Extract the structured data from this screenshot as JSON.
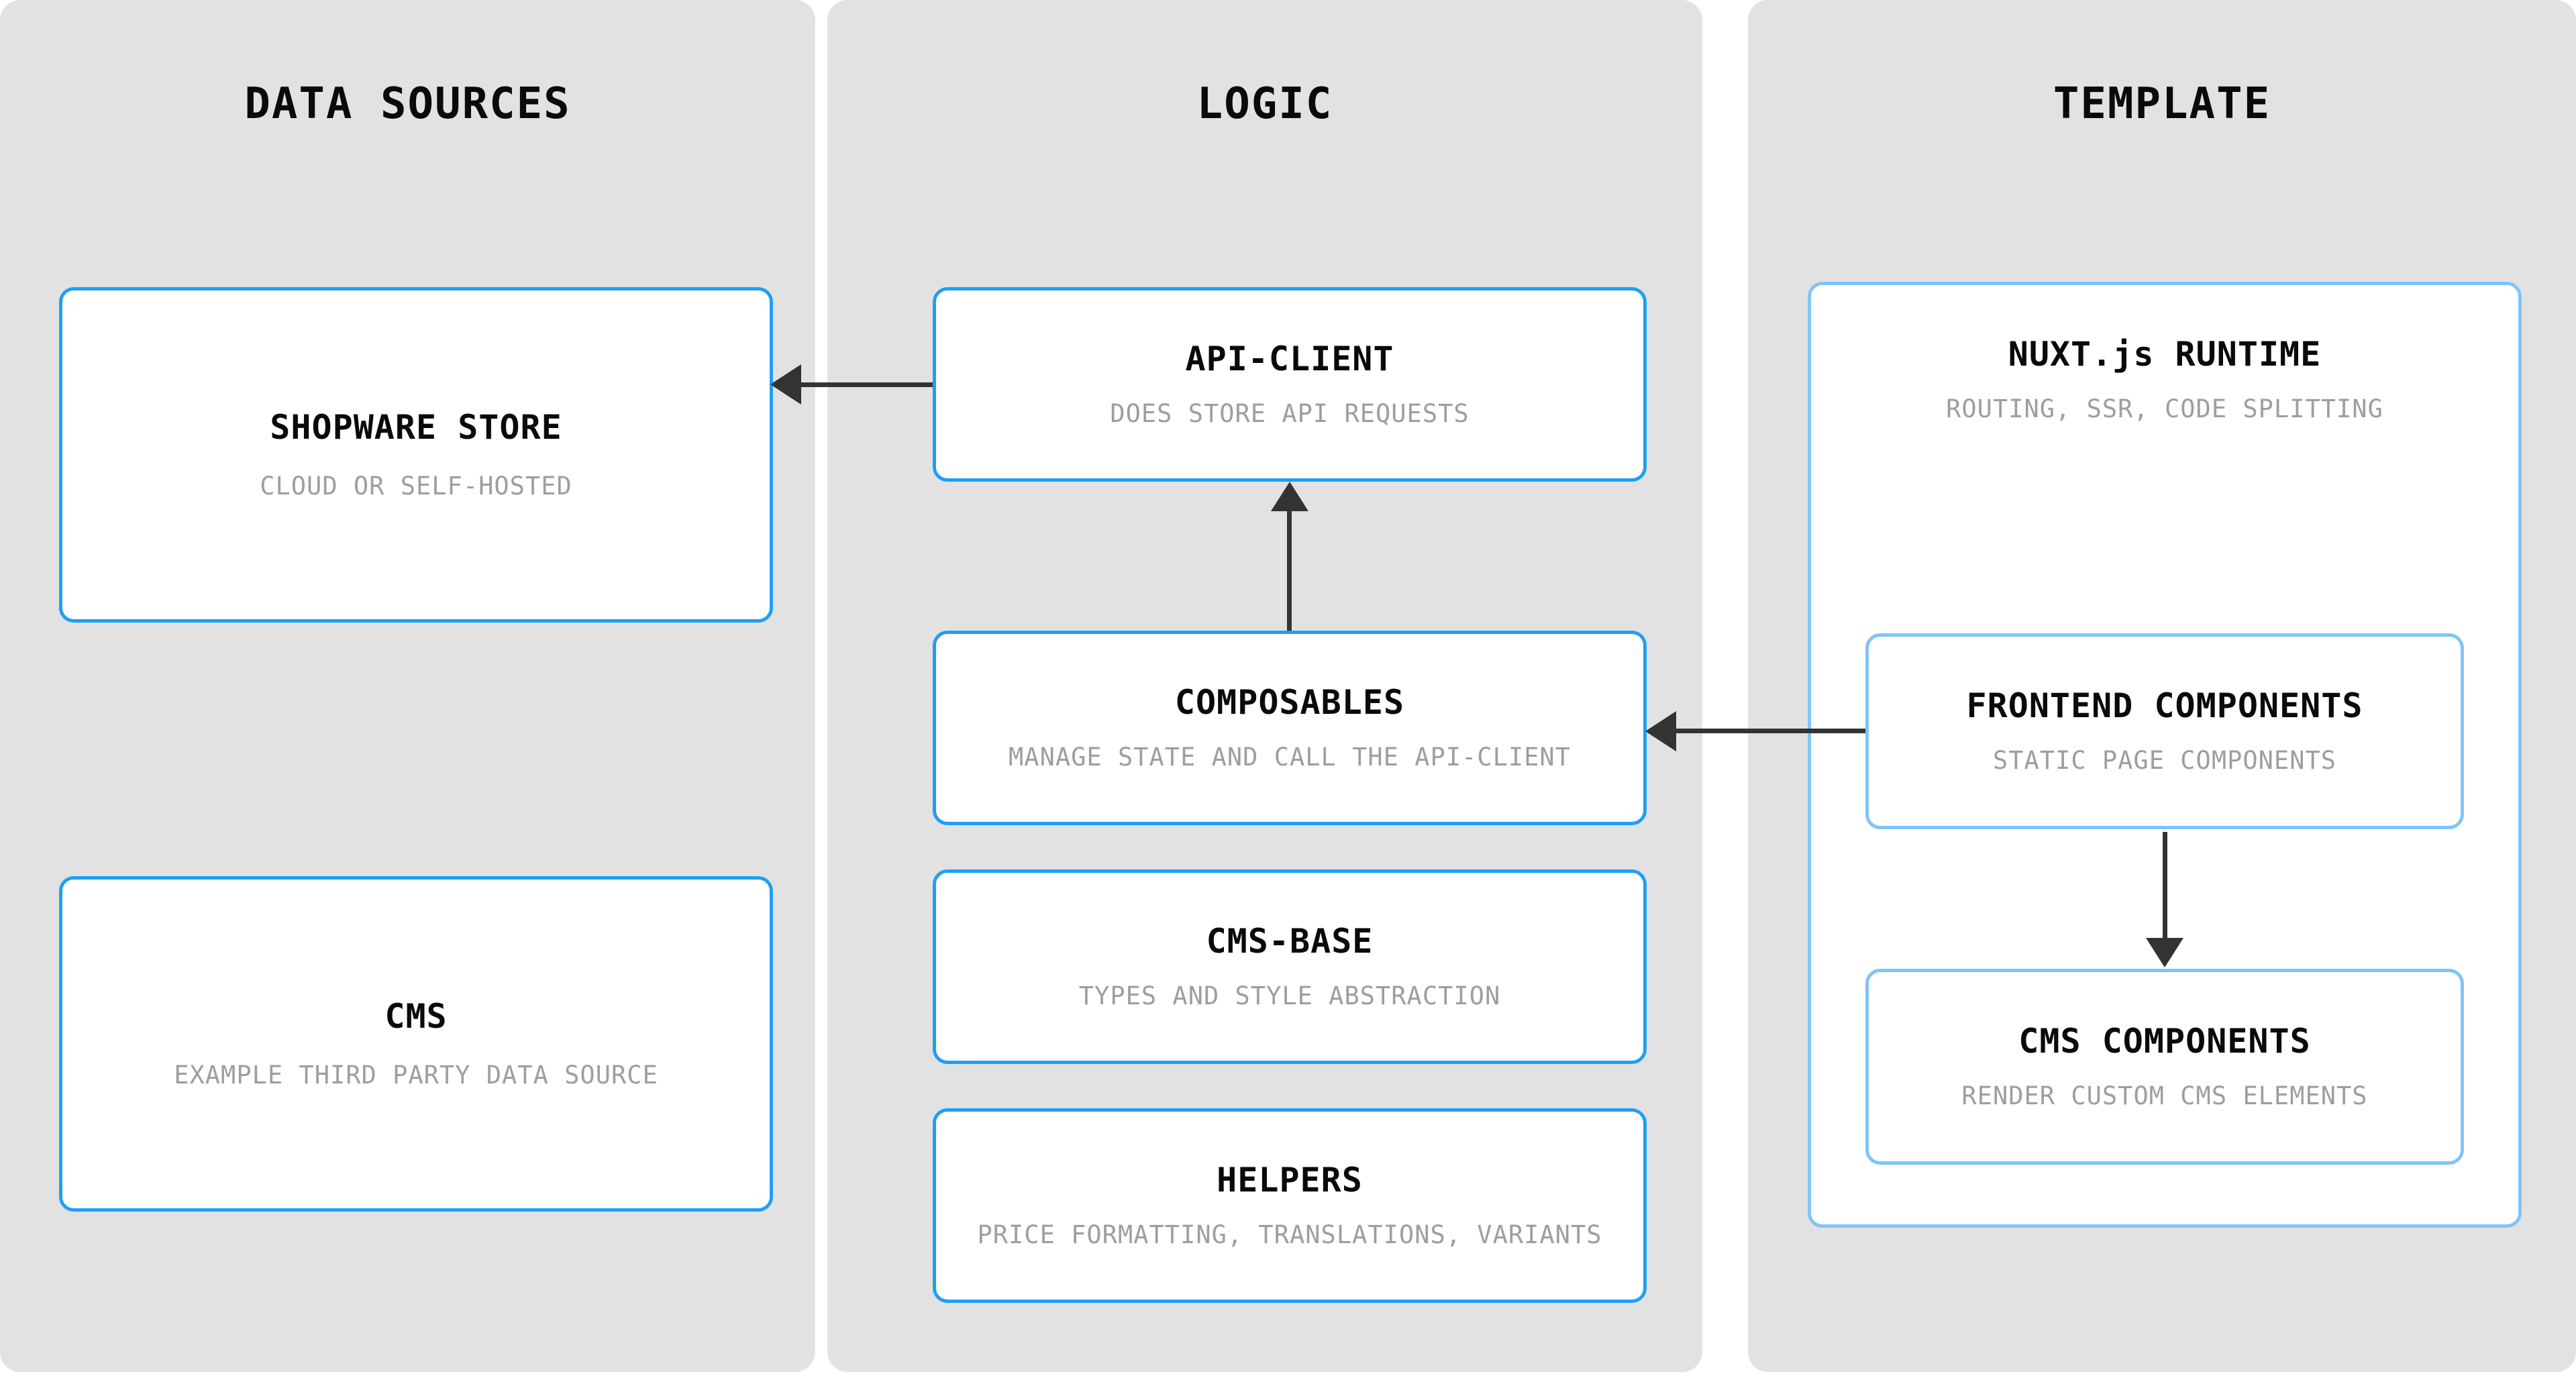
{
  "diagram": {
    "type": "layered-architecture",
    "panels": [
      {
        "id": "data-sources",
        "title": "DATA SOURCES",
        "cards": [
          {
            "id": "shopware-store",
            "title": "SHOPWARE STORE",
            "subtitle": "CLOUD OR SELF-HOSTED",
            "border": "#1E9FF5"
          },
          {
            "id": "cms",
            "title": "CMS",
            "subtitle": "EXAMPLE THIRD PARTY DATA SOURCE",
            "border": "#1E9FF5"
          }
        ]
      },
      {
        "id": "logic",
        "title": "LOGIC",
        "cards": [
          {
            "id": "api-client",
            "title": "API-CLIENT",
            "subtitle": "DOES STORE API REQUESTS",
            "border": "#1E9FF5"
          },
          {
            "id": "composables",
            "title": "COMPOSABLES",
            "subtitle": "MANAGE STATE AND CALL THE API-CLIENT",
            "border": "#1E9FF5"
          },
          {
            "id": "cms-base",
            "title": "CMS-BASE",
            "subtitle": "TYPES AND STYLE ABSTRACTION",
            "border": "#1E9FF5"
          },
          {
            "id": "helpers",
            "title": "HELPERS",
            "subtitle": "PRICE FORMATTING, TRANSLATIONS, VARIANTS",
            "border": "#1E9FF5"
          }
        ]
      },
      {
        "id": "template",
        "title": "TEMPLATE",
        "cards": [
          {
            "id": "nuxt-runtime",
            "title": "NUXT.js RUNTIME",
            "subtitle": "ROUTING, SSR, CODE SPLITTING",
            "border": "#7FC4F8"
          },
          {
            "id": "frontend-components",
            "title": "FRONTEND COMPONENTS",
            "subtitle": "STATIC PAGE COMPONENTS",
            "border": "#7FC4F8"
          },
          {
            "id": "cms-components",
            "title": "CMS COMPONENTS",
            "subtitle": "RENDER CUSTOM CMS ELEMENTS",
            "border": "#7FC4F8"
          }
        ]
      }
    ],
    "connections": [
      {
        "id": "api-client-to-shopware-store",
        "from": "api-client",
        "to": "shopware-store",
        "direction": "left"
      },
      {
        "id": "composables-to-api-client",
        "from": "composables",
        "to": "api-client",
        "direction": "up"
      },
      {
        "id": "frontend-components-to-composables",
        "from": "frontend-components",
        "to": "composables",
        "direction": "left"
      },
      {
        "id": "frontend-components-to-cms-components",
        "from": "frontend-components",
        "to": "cms-components",
        "direction": "down"
      }
    ],
    "colors": {
      "panel_background": "#e2e2e2",
      "card_background": "#ffffff",
      "accent_blue": "#1E9FF5",
      "accent_blue_light": "#7FC4F8",
      "arrow": "#333333",
      "title_text": "#0a0a0a",
      "subtitle_text": "#9e9e9e"
    }
  }
}
